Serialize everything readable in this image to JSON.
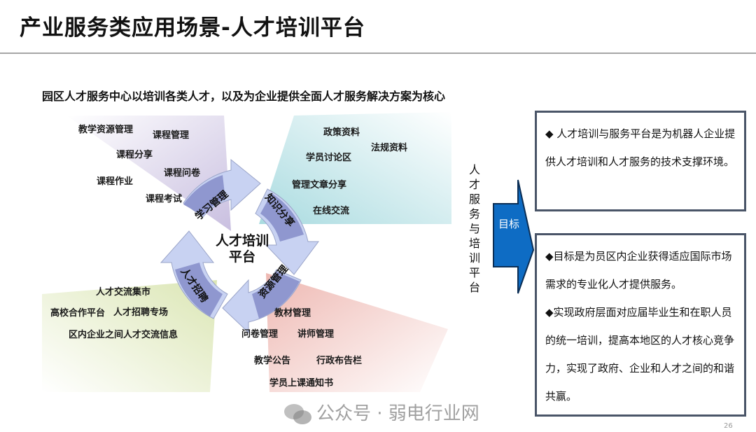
{
  "title": "产业服务类应用场景-人才培训平台",
  "subtitle": "园区人才服务中心以培训各类人才，以及为企业提供全面人才服务解决方案为核心",
  "diagram": {
    "center": [
      "人才培训",
      "平台"
    ],
    "segments": [
      {
        "label": "学习管理",
        "color": "#d9d2e9",
        "items": [
          "教学资源管理",
          "课程管理",
          "课程分享",
          "课程问卷",
          "课程作业",
          "课程考试"
        ]
      },
      {
        "label": "知识分享",
        "color": "#c7e6ea",
        "items": [
          "政策资料",
          "法规资料",
          "学员讨论区",
          "管理文章分享",
          "在线交流"
        ]
      },
      {
        "label": "资源管理",
        "color": "#f2d0cc",
        "items": [
          "教材管理",
          "问卷管理",
          "讲师管理",
          "教学公告",
          "行政布告栏",
          "学员上课通知书"
        ]
      },
      {
        "label": "人才招聘",
        "color": "#e4ecc9",
        "items": [
          "人才交流集市",
          "高校合作平台",
          "人才招聘专场",
          "区内企业之间人才交流信息"
        ]
      }
    ]
  },
  "side_label": "人才服务与培训平台",
  "goal_label": "目标",
  "goal_color": "#0e6cc4",
  "box1": "◆ 人才培训与服务平台是为机器人企业提供人才培训和人才服务的技术支撑环境。",
  "box2": [
    "◆目标是为员区内企业获得适应国际市场需求的专业化人才提供服务。",
    "◆实现政府层面对应届毕业生和在职人员的统一培训，提高本地区的人才核心竞争力，实现了政府、企业和人才之间的和谐共赢。"
  ],
  "watermark": "公众号 · 弱电行业网",
  "page_number": "26"
}
